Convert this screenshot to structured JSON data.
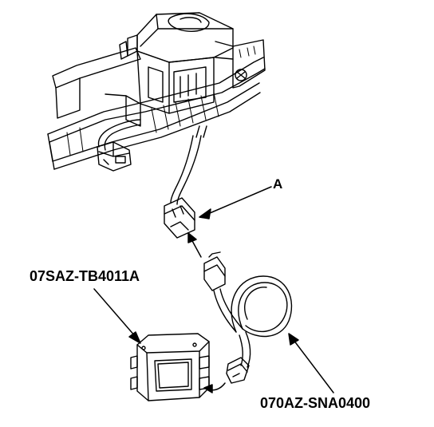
{
  "callouts": {
    "connector_letter": "A",
    "tester_part_number": "07SAZ-TB4011A",
    "adapter_part_number": "070AZ-SNA0400"
  },
  "colors": {
    "ink": "#000000",
    "paper": "#ffffff"
  },
  "icons": {
    "seat_belt_retractor": "retractor-assembly-icon",
    "tester_box": "srs-tester-icon",
    "adapter_harness": "adapter-harness-icon"
  }
}
